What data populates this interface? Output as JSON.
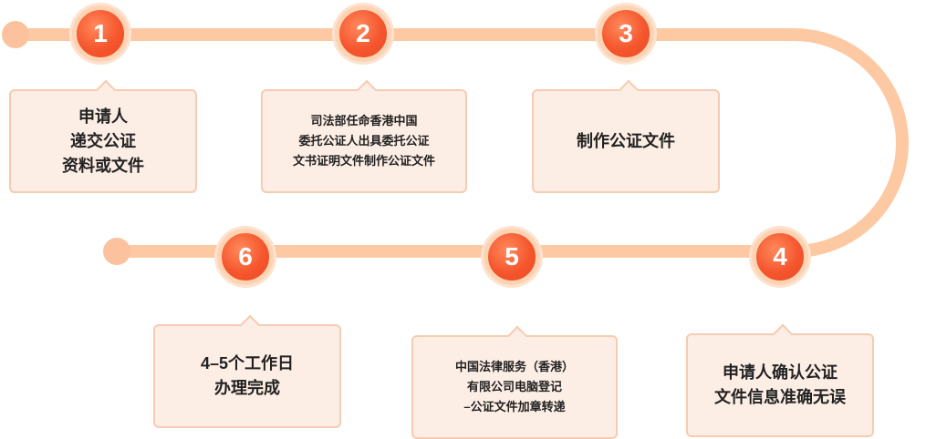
{
  "colors": {
    "track": "#fdc9a3",
    "track_end": "#fbc29d",
    "circle": "#f5562e",
    "box_fill": "#fdeee5",
    "box_border": "#f6cbb1"
  },
  "steps": [
    {
      "number": "1",
      "lines": [
        "申请人",
        "递交公证",
        "资料或文件"
      ]
    },
    {
      "number": "2",
      "lines": [
        "司法部任命香港中国",
        "委托公证人出具委托公证",
        "文书证明文件制作公证文件"
      ]
    },
    {
      "number": "3",
      "lines": [
        "制作公证文件"
      ]
    },
    {
      "number": "4",
      "lines": [
        "申请人确认公证",
        "文件信息准确无误"
      ]
    },
    {
      "number": "5",
      "lines": [
        "中国法律服务（香港）",
        "有限公司电脑登记",
        "–公证文件加章转递"
      ]
    },
    {
      "number": "6",
      "lines": [
        "4–5个工作日",
        "办理完成"
      ]
    }
  ]
}
